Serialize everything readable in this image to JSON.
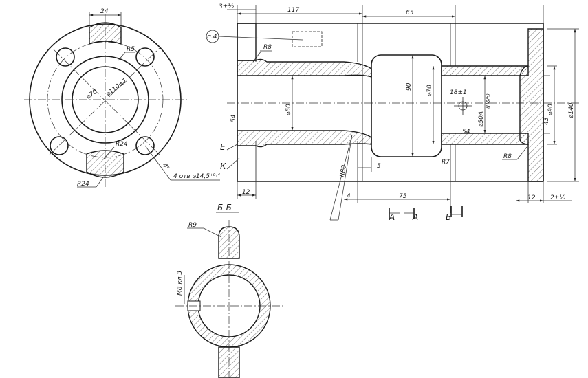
{
  "front_view": {
    "dim_width_top": "24",
    "radius_small": "R5",
    "dia_bore": "⌀70",
    "dia_bolt_circle": "⌀110±1",
    "radius_24_inner": "R24",
    "radius_24_outer": "R24",
    "holes_note": "4 отв ⌀14,5⁺⁰·⁴",
    "angle_mark": "4°"
  },
  "section_view": {
    "dim_3": "3±½",
    "dim_117": "117",
    "dim_65": "65",
    "callout_p4": "п.4",
    "radius_r8_top": "R8",
    "radius_r8_right": "R8",
    "dia_50": "⌀50",
    "dim_90_chamber": "90",
    "dia_70": "⌀70",
    "dim_18": "18±1",
    "dia_50A": "⌀50А",
    "fit_note": "(H6/h)",
    "dim_54_left": "54",
    "dim_54_right": "54",
    "dia_90": "⌀90",
    "dia_140": "⌀140",
    "dim_43": "43",
    "label_E": "Е",
    "label_K": "К",
    "radius_r80": "R80",
    "dim_5": "5",
    "dim_12_left": "12",
    "dim_4": "4",
    "dim_75": "75",
    "radius_r7": "R7",
    "dim_12_right": "12",
    "dim_2": "2±½",
    "cut_A_left": "А",
    "cut_A_right": "А",
    "cut_B": "Б"
  },
  "detail_view": {
    "title": "Б-Б",
    "radius_r9": "R9",
    "thread_note": "М8 кл.3"
  }
}
